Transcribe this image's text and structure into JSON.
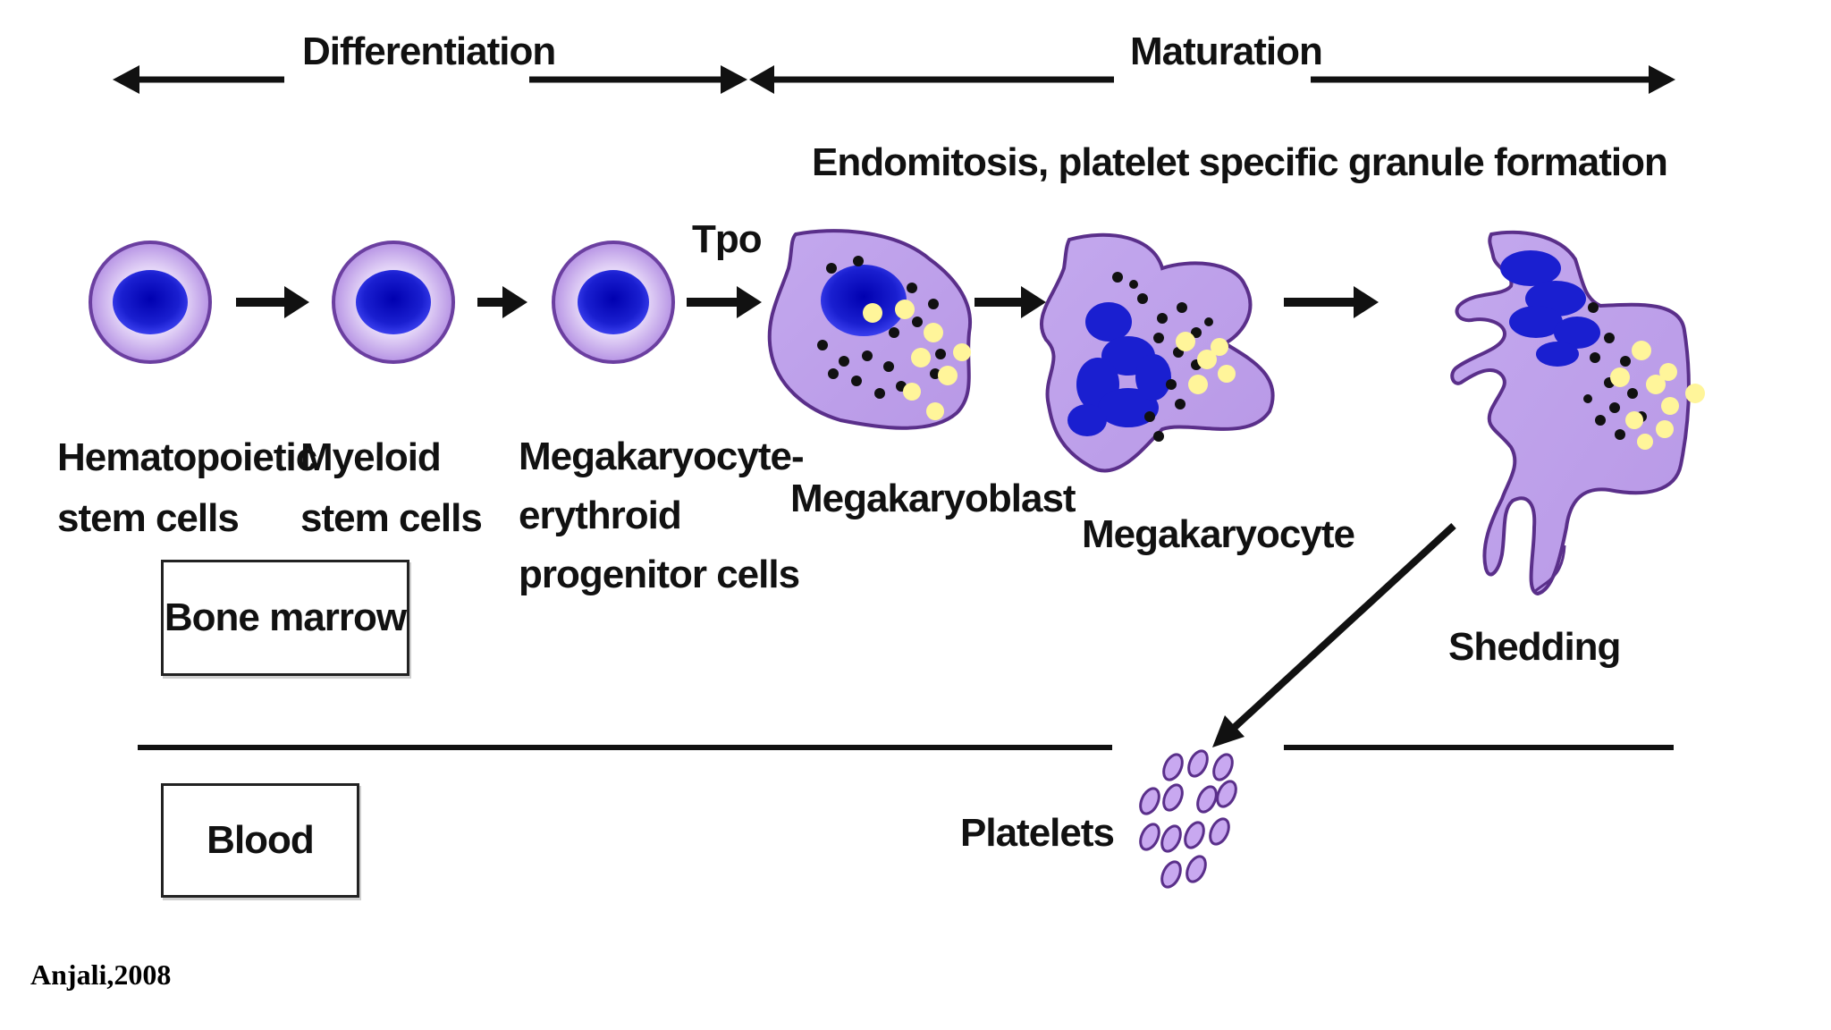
{
  "header": {
    "differentiation": "Differentiation",
    "maturation": "Maturation",
    "subtitle": "Endomitosis, platelet specific granule formation"
  },
  "tpo_label": "Tpo",
  "stages": [
    {
      "lines": [
        "Hematopoietic",
        "stem cells"
      ]
    },
    {
      "lines": [
        "Myeloid",
        "stem cells"
      ]
    },
    {
      "lines": [
        "Megakaryocyte-",
        "erythroid",
        "progenitor cells"
      ]
    },
    {
      "lines": [
        "Megakaryoblast"
      ]
    },
    {
      "lines": [
        "Megakaryocyte"
      ]
    },
    {
      "lines": [
        "Shedding"
      ]
    }
  ],
  "compartments": {
    "bone_marrow": "Bone marrow",
    "blood": "Blood"
  },
  "platelets_label": "Platelets",
  "citation": "Anjali,2008",
  "colors": {
    "cell_fill": "#cbb0ec",
    "cell_outline": "#6b3fa0",
    "nucleus": "#1a1fd0",
    "granule_yellow": "#fff59a",
    "granule_black": "#111111",
    "arrow": "#111111"
  }
}
